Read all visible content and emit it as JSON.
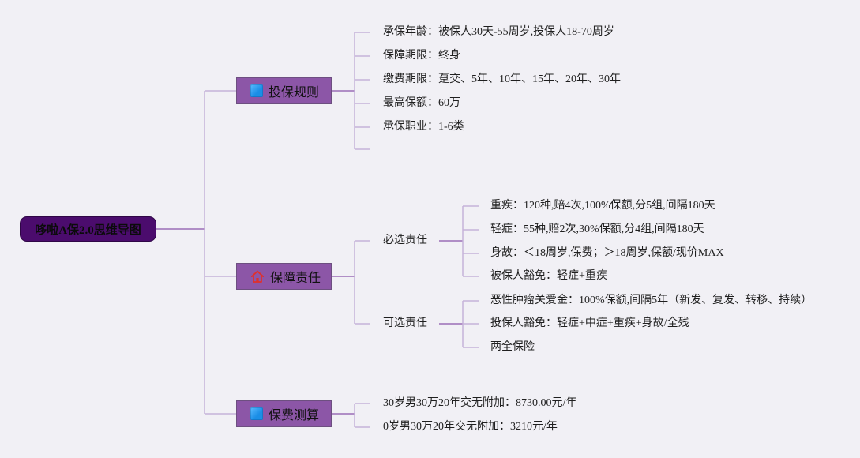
{
  "colors": {
    "background": "#f1f0f5",
    "root-fill": "#4b0c6d",
    "root-border": "#2f0646",
    "branch-fill": "#8c56a7",
    "branch-border": "#6d4f80",
    "line": "#c6b2d9",
    "line-strong": "#9b6db7",
    "text": "#1f1f1f",
    "icon-blue": "#1b8ee6",
    "icon-red": "#e0302b"
  },
  "root": {
    "label": "哆啦A保2.0思维导图"
  },
  "branches": [
    {
      "label": "投保规则",
      "icon": "blue-square-icon",
      "items": [
        "承保年龄：被保人30天-55周岁,投保人18-70周岁",
        "保障期限：终身",
        "缴费期限：趸交、5年、10年、15年、20年、30年",
        "最高保额：60万",
        "承保职业：1-6类"
      ]
    },
    {
      "label": "保障责任",
      "icon": "house-icon",
      "groups": [
        {
          "label": "必选责任",
          "items": [
            "重疾：120种,赔4次,100%保额,分5组,间隔180天",
            "轻症：55种,赔2次,30%保额,分4组,间隔180天",
            "身故：＜18周岁,保费；＞18周岁,保额/现价MAX",
            "被保人豁免：轻症+重疾"
          ]
        },
        {
          "label": "可选责任",
          "items": [
            "恶性肿瘤关爱金：100%保额,间隔5年（新发、复发、转移、持续）",
            "投保人豁免：轻症+中症+重疾+身故/全残",
            "两全保险"
          ]
        }
      ]
    },
    {
      "label": "保费测算",
      "icon": "blue-square-icon",
      "items": [
        "30岁男30万20年交无附加：8730.00元/年",
        "0岁男30万20年交无附加：3210元/年"
      ]
    }
  ]
}
